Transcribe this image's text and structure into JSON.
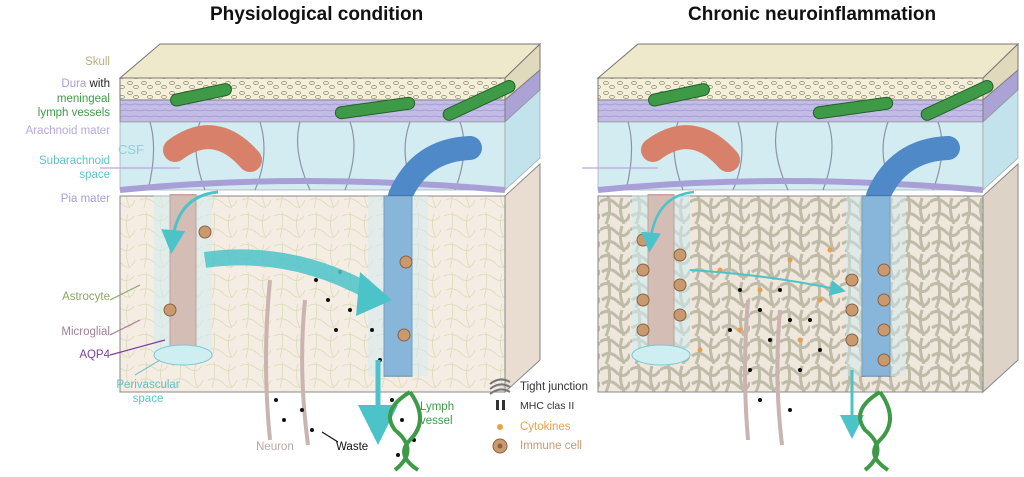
{
  "titles": {
    "left": "Physiological condition",
    "right": "Chronic neuroinflammation"
  },
  "left_labels": {
    "skull": "Skull",
    "dura": "Dura",
    "with": "with",
    "meningeal_line1": "meningeal",
    "meningeal_line2": "lymph vessels",
    "arachnoid": "Arachnoid mater",
    "csf": "CSF",
    "subarachnoid_line1": "Subarachnoid",
    "subarachnoid_line2": "space",
    "pia": "Pia mater",
    "astrocyte": "Astrocyte",
    "microglial": "Microglial",
    "aqp4": "AQP4",
    "perivascular_line1": "Perivascular",
    "perivascular_line2": "space",
    "neuron": "Neuron",
    "waste": "Waste",
    "lymph_line1": "Lymph",
    "lymph_line2": "vessel"
  },
  "legend": {
    "tight_junction": "Tight junction",
    "mhc": "MHC clas II",
    "cytokines": "Cytokines",
    "immune_cell": "Immune cell"
  },
  "colors": {
    "skull": "#f1ecd2",
    "dura": "#b9b0dd",
    "meningeal_vessel": "#3f9a48",
    "subarachnoid": "#cfe9f0",
    "pia": "#a89fd6",
    "tissue": "#f3e7dd",
    "artery": "#d9806a",
    "vein": "#4f89c7",
    "csf_flow": "#4cc3c9",
    "cytokine": "#e8a04c",
    "immune_cell": "#c99a6f",
    "astrocyte_label": "#8aa764",
    "microglial_label": "#a27f96",
    "aqp4_label": "#7a3fa0"
  }
}
